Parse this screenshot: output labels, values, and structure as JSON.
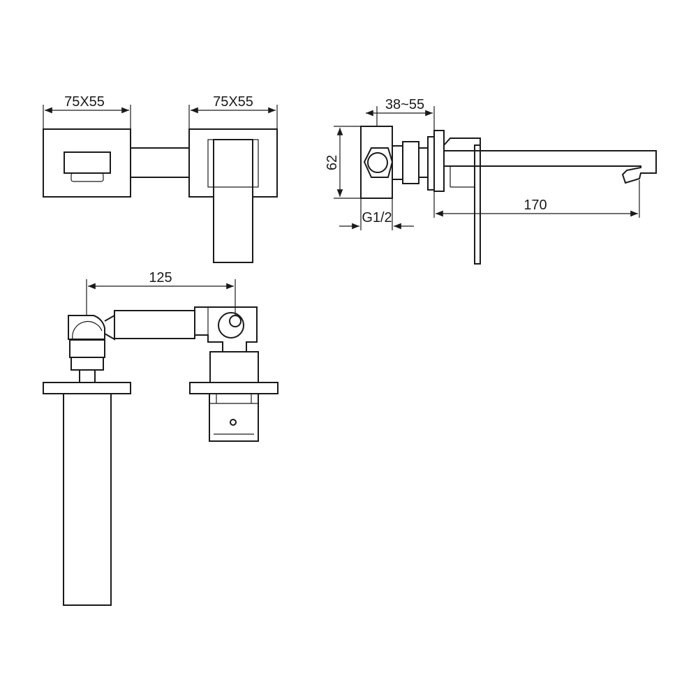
{
  "dimensions": {
    "top_left_plate": "75X55",
    "top_right_plate": "75X55",
    "side_depth": "38~55",
    "side_height": "62",
    "side_thread": "G1/2",
    "side_spout_length": "170",
    "bottom_center_distance": "125"
  }
}
